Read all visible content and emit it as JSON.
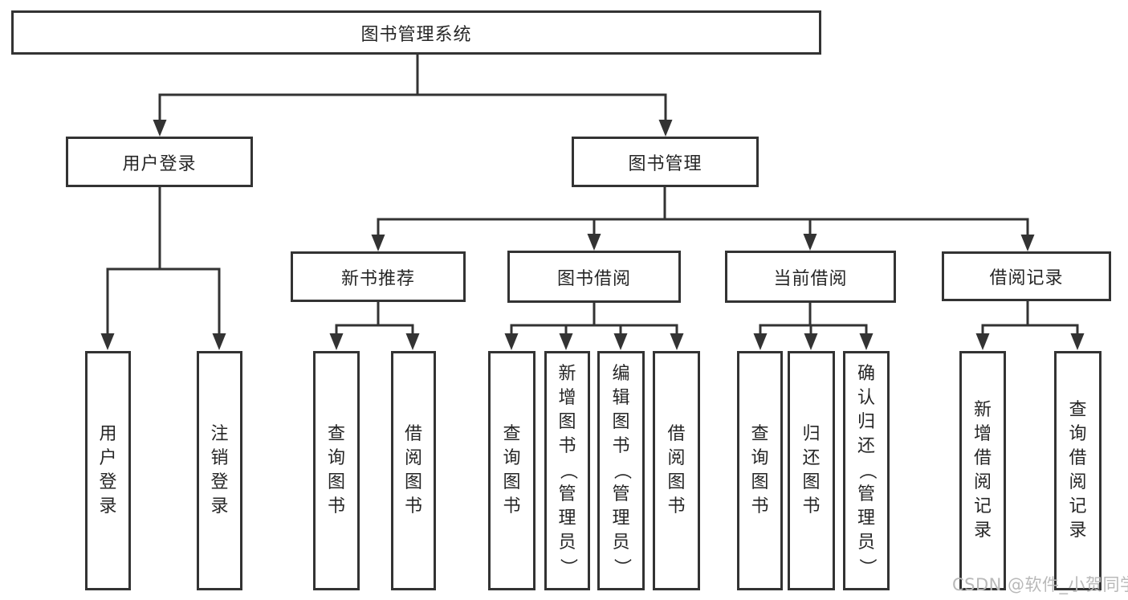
{
  "diagram": {
    "title": "图书管理系统",
    "nodes": [
      {
        "id": "root",
        "label": "图书管理系统",
        "parent": null,
        "vertical": false
      },
      {
        "id": "login",
        "label": "用户登录",
        "parent": "root",
        "vertical": false
      },
      {
        "id": "book-mgmt",
        "label": "图书管理",
        "parent": "root",
        "vertical": false
      },
      {
        "id": "new-book",
        "label": "新书推荐",
        "parent": "book-mgmt",
        "vertical": false
      },
      {
        "id": "book-borrow",
        "label": "图书借阅",
        "parent": "book-mgmt",
        "vertical": false
      },
      {
        "id": "current-borrow",
        "label": "当前借阅",
        "parent": "book-mgmt",
        "vertical": false
      },
      {
        "id": "borrow-records",
        "label": "借阅记录",
        "parent": "book-mgmt",
        "vertical": false
      },
      {
        "id": "user-login",
        "label": "用户登录",
        "parent": "login",
        "vertical": true
      },
      {
        "id": "logout",
        "label": "注销登录",
        "parent": "login",
        "vertical": true
      },
      {
        "id": "nb-query",
        "label": "查询图书",
        "parent": "new-book",
        "vertical": true
      },
      {
        "id": "nb-borrow",
        "label": "借阅图书",
        "parent": "new-book",
        "vertical": true
      },
      {
        "id": "bb-query",
        "label": "查询图书",
        "parent": "book-borrow",
        "vertical": true
      },
      {
        "id": "bb-add",
        "label": "新增图书（管理员）",
        "parent": "book-borrow",
        "vertical": true
      },
      {
        "id": "bb-edit",
        "label": "编辑图书（管理员）",
        "parent": "book-borrow",
        "vertical": true
      },
      {
        "id": "bb-borrow",
        "label": "借阅图书",
        "parent": "book-borrow",
        "vertical": true
      },
      {
        "id": "cb-query",
        "label": "查询图书",
        "parent": "current-borrow",
        "vertical": true
      },
      {
        "id": "cb-return",
        "label": "归还图书",
        "parent": "current-borrow",
        "vertical": true
      },
      {
        "id": "cb-confirm",
        "label": "确认归还（管理员）",
        "parent": "current-borrow",
        "vertical": true
      },
      {
        "id": "br-add",
        "label": "新增借阅记录",
        "parent": "borrow-records",
        "vertical": true
      },
      {
        "id": "br-query",
        "label": "查询借阅记录",
        "parent": "borrow-records",
        "vertical": true
      }
    ],
    "line_color": "#333333",
    "box_background": "#ffffff",
    "text_color": "#262626"
  },
  "watermark": {
    "text": "CSDN @软件_小贺同学",
    "color": "#b9b9b9"
  }
}
